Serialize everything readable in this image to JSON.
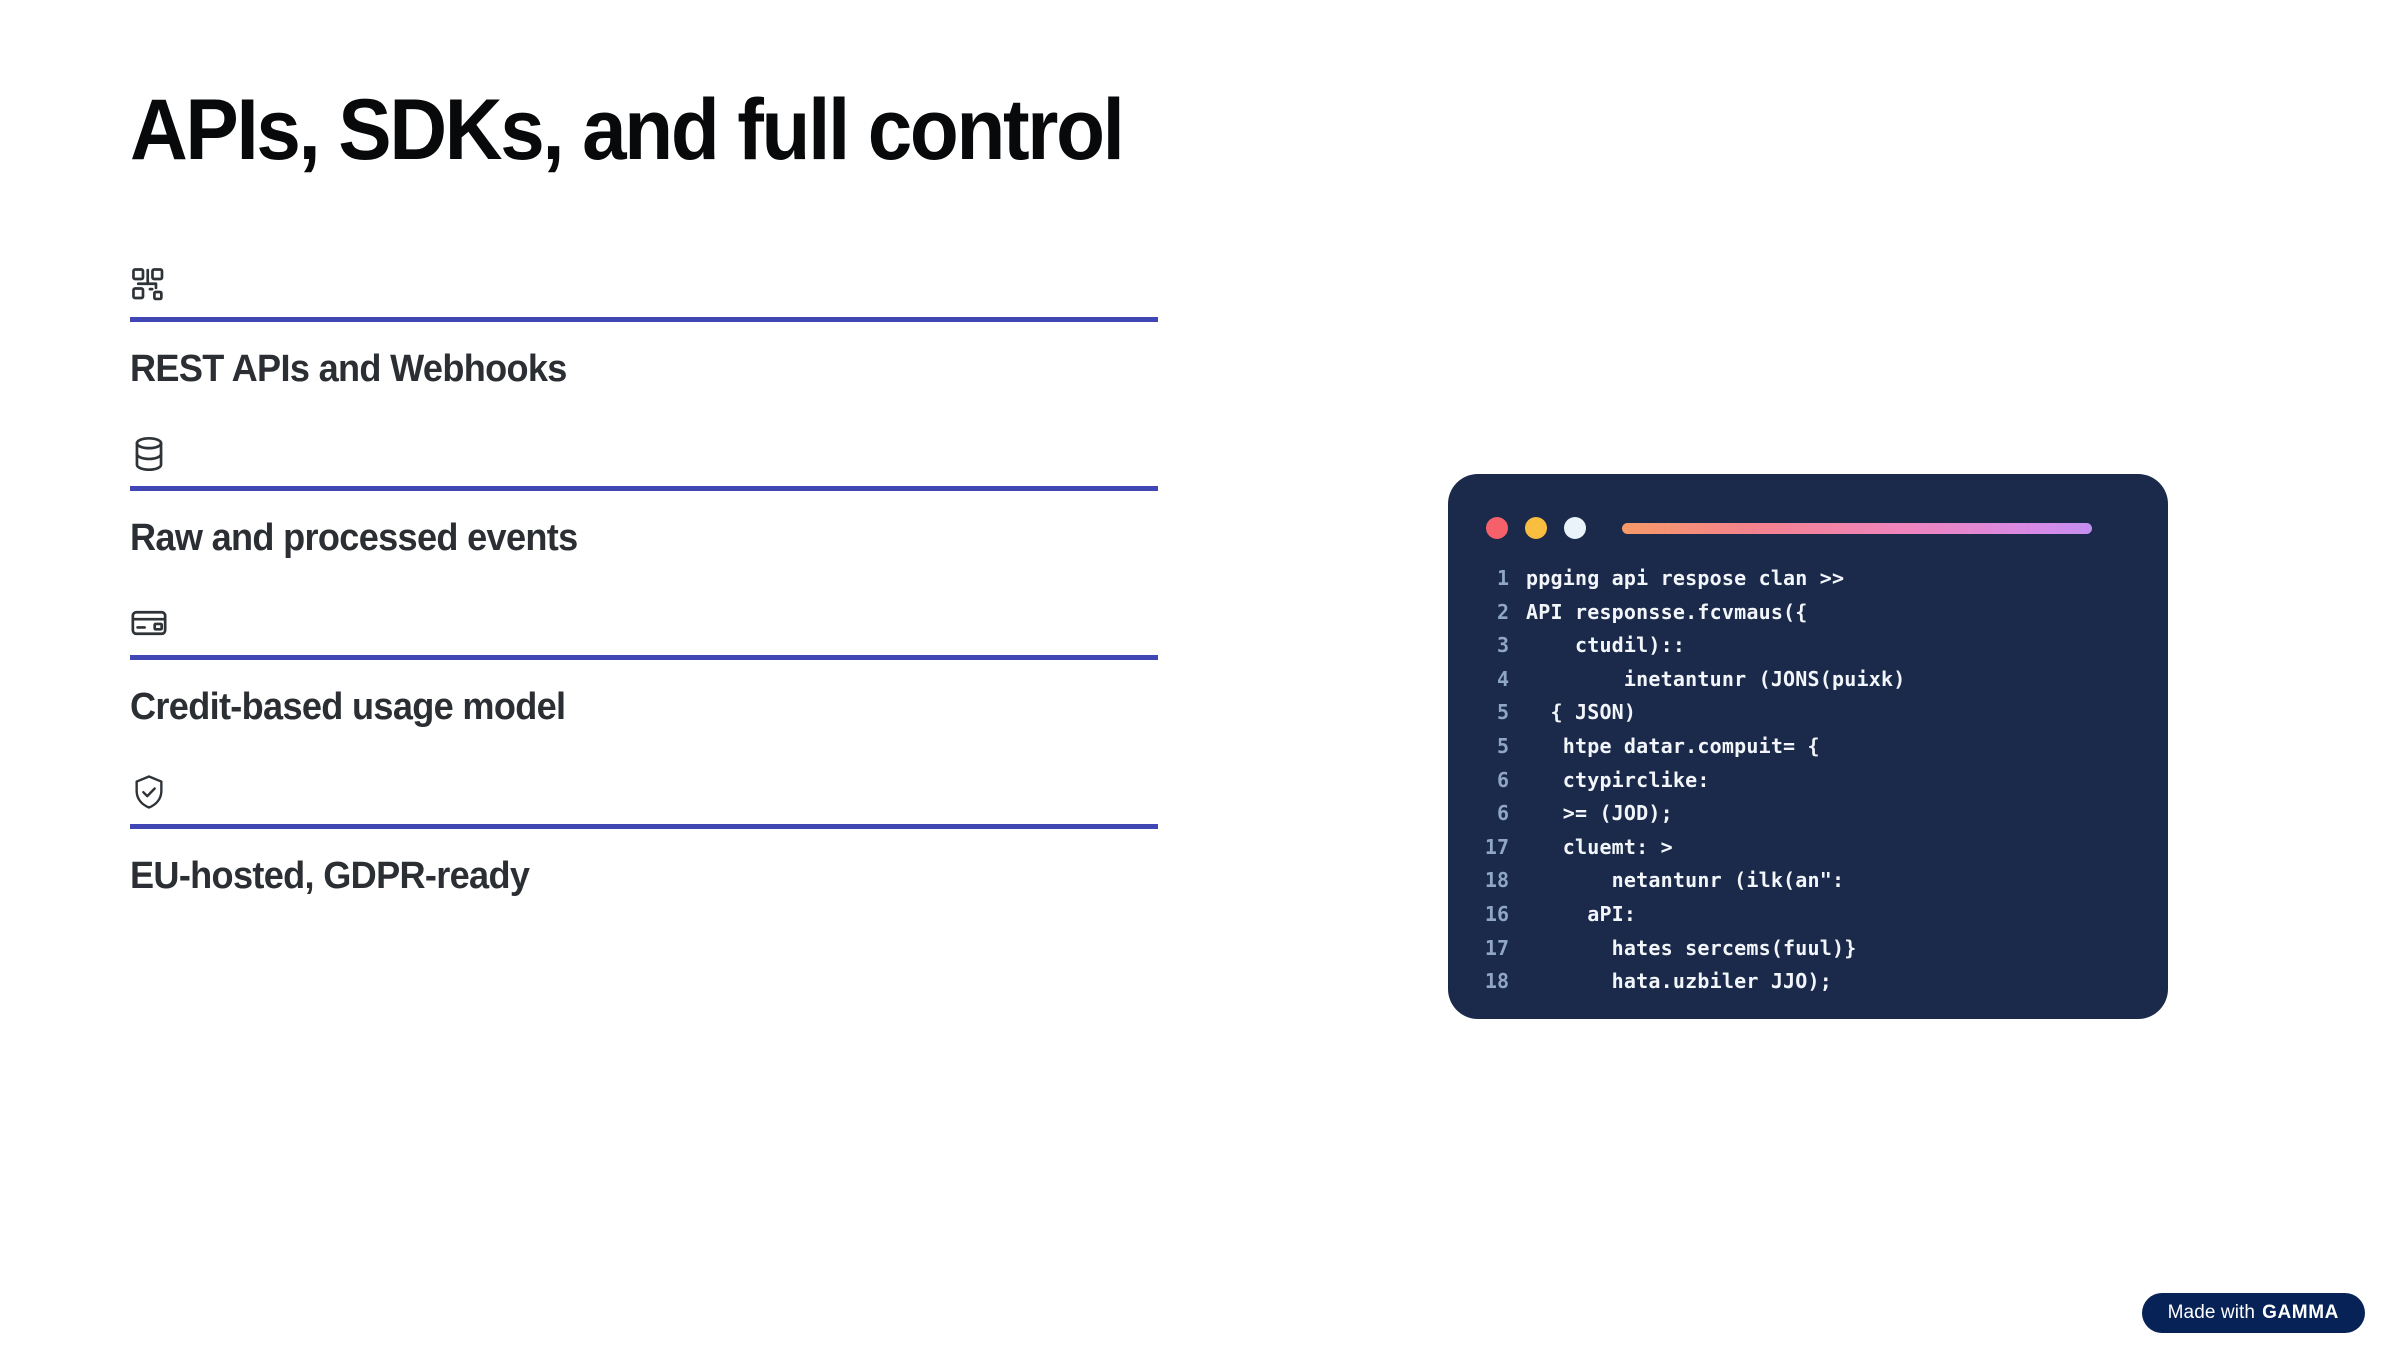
{
  "page": {
    "title": "APIs, SDKs, and full control",
    "background_color": "#FFFFFF",
    "title_color": "#08090A",
    "accent_color": "#4046B4"
  },
  "features": [
    {
      "icon": "network-nodes-icon",
      "label": "REST APIs and Webhooks"
    },
    {
      "icon": "database-icon",
      "label": "Raw and processed events"
    },
    {
      "icon": "credit-card-icon",
      "label": "Credit-based usage model"
    },
    {
      "icon": "shield-check-icon",
      "label": "EU-hosted, GDPR-ready"
    }
  ],
  "code_window": {
    "background_color": "#1B2A4A",
    "traffic_lights": [
      {
        "name": "close-dot",
        "color": "#F4616B"
      },
      {
        "name": "minimize-dot",
        "color": "#F9BE3F"
      },
      {
        "name": "maximize-dot",
        "color": "#EAF3FA"
      }
    ],
    "title_gradient": "linear-gradient(90deg, #F79A68, #F4828E, #EE85C0, #C38FF0)",
    "lineno_color": "#8FA6C6",
    "text_color": "#F2F6FB",
    "lines": [
      {
        "no": "1",
        "text": "ppging api respose clan >>"
      },
      {
        "no": "2",
        "text": "API responsse.fcvmaus({"
      },
      {
        "no": "3",
        "text": "    ctudil)::"
      },
      {
        "no": "4",
        "text": "        inetantunr (JONS(puixk)"
      },
      {
        "no": "5",
        "text": "  { JSON)"
      },
      {
        "no": "5",
        "text": "   htpe datar.compuit= {"
      },
      {
        "no": "6",
        "text": "   ctypirclike:"
      },
      {
        "no": "6",
        "text": "   >= (JOD);"
      },
      {
        "no": "17",
        "text": "   cluemt: >"
      },
      {
        "no": "18",
        "text": "       netantunr (ilk(an\":"
      },
      {
        "no": "16",
        "text": "     aPI:"
      },
      {
        "no": "17",
        "text": "       hates sercems(fuul)}"
      },
      {
        "no": "18",
        "text": "       hata.uzbiler JJO);"
      }
    ]
  },
  "badge": {
    "prefix": "Made with",
    "brand": "GAMMA",
    "background_color": "#062256"
  }
}
